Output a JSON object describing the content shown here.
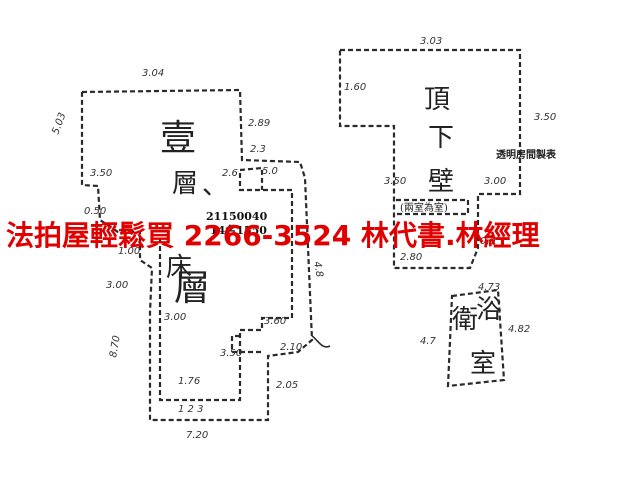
{
  "plan": {
    "main_label_top": "壹",
    "main_label_mid": "層",
    "main_label_mark": "、",
    "main_label_bottom": "床",
    "upper_right_label_1": "頂",
    "upper_right_label_2": "下",
    "upper_right_label_3": "壁",
    "lower_small_label_1": "衛",
    "lower_small_label_2": "浴",
    "lower_small_label_3": "室",
    "legend_text": "透明房間製表",
    "room_note": "(兩室為室)",
    "id_line_1": "21150040",
    "id_line_2": "14名1550",
    "dims": {
      "top": "3.04",
      "left_upper": "5.03",
      "step_right": "2.89",
      "inner_ledge": "2.3",
      "right_ledge": "2.6",
      "right_ledge_b": "5.0",
      "left_notch": "3.50",
      "notch_small": "0.50",
      "notch_step": "1.00",
      "left_mid": "3.00",
      "right_wall": "4.8",
      "left_lower": "8.70",
      "inner_left": "3.00",
      "inner_right": "3.60",
      "bottom_step_a": "3.50",
      "bottom_step_b": "2.10",
      "bottom_step_c": "1.76",
      "bottom_step_d": "2.05",
      "bottom_wall_ticks": "1 2 3",
      "bottom": "7.20",
      "ur_top": "3.03",
      "ur_left": "1.60",
      "ur_right": "3.50",
      "ur_mid_left": "3.50",
      "ur_mid_right": "3.00",
      "ur_bottom": "2.80",
      "ur_small": "0.9",
      "bath_top": "4.73",
      "bath_left": "4.7",
      "bath_right": "4.82"
    }
  },
  "watermark": {
    "text": "法拍屋輕鬆買 2266-3524 林代書.林經理",
    "color": "#e00000"
  }
}
